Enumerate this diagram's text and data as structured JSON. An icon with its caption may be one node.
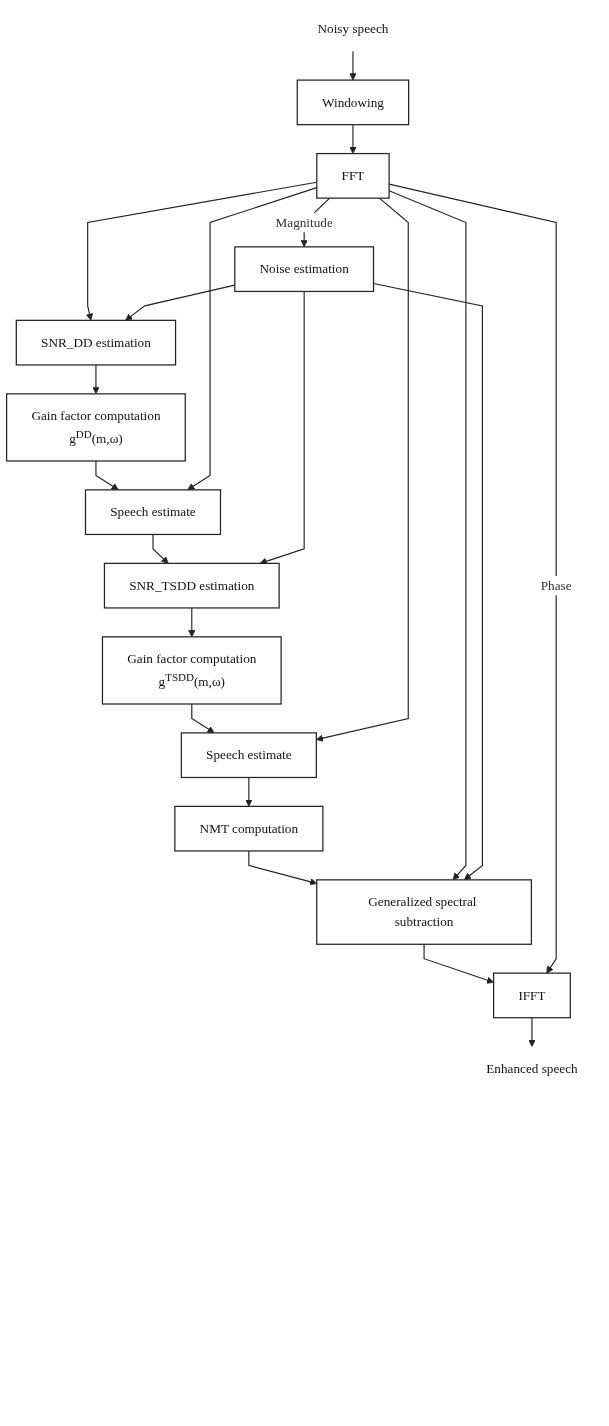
{
  "diagram": {
    "nodes": [
      {
        "text": [
          "Noisy speech"
        ]
      },
      {
        "text": [
          "Windowing"
        ]
      },
      {
        "text": [
          "FFT"
        ]
      },
      {
        "text": [
          "SNR_DD estimation"
        ]
      },
      {
        "text": [
          "Noise estimation"
        ]
      },
      {
        "text": [
          "Gain factor computation",
          "g$^{DD}$(m,ω)"
        ]
      },
      {
        "text": [
          "Speech estimate"
        ]
      },
      {
        "text": [
          "SNR_TSDD estimation"
        ]
      },
      {
        "text": [
          "Gain factor computation",
          "g$^{TSDD}$(m,ω)"
        ]
      },
      {
        "text": [
          "Speech estimate"
        ]
      },
      {
        "text": [
          "NMT computation"
        ]
      },
      {
        "text": [
          "Generalized spectral subtraction"
        ]
      },
      {
        "text": [
          "IFFT"
        ]
      },
      {
        "text": [
          "Enhanced speech"
        ]
      }
    ],
    "edges": [
      {
        "from": 0,
        "to": 1,
        "arrow": "to"
      },
      {
        "from": 1,
        "to": 2,
        "arrow": "to"
      },
      {
        "from": 2,
        "to": 3,
        "arrow": "to"
      },
      {
        "from": 2,
        "to": 4,
        "label": "Magnitude",
        "arrow": "to"
      },
      {
        "from": 4,
        "to": 3,
        "arrow": "to"
      },
      {
        "from": 3,
        "to": 5,
        "arrow": "to"
      },
      {
        "from": 5,
        "to": 6,
        "arrow": "to"
      },
      {
        "from": 2,
        "to": 6,
        "arrow": "to"
      },
      {
        "from": 6,
        "to": 7,
        "arrow": "to"
      },
      {
        "from": 4,
        "to": 7,
        "arrow": "to"
      },
      {
        "from": 7,
        "to": 8,
        "arrow": "to"
      },
      {
        "from": 8,
        "to": 9,
        "arrow": "to"
      },
      {
        "from": 2,
        "to": 9,
        "arrow": "to"
      },
      {
        "from": 9,
        "to": 10,
        "arrow": "to"
      },
      {
        "from": 10,
        "to": 11,
        "arrow": "to"
      },
      {
        "from": 2,
        "to": 11,
        "arrow": "to"
      },
      {
        "from": 4,
        "to": 11,
        "arrow": "to"
      },
      {
        "from": 11,
        "to": 12,
        "arrow": "to"
      },
      {
        "from": 2,
        "to": 12,
        "label": "Phase",
        "arrow": "to"
      },
      {
        "from": 12,
        "to": 13,
        "arrow": "to"
      }
    ]
  }
}
